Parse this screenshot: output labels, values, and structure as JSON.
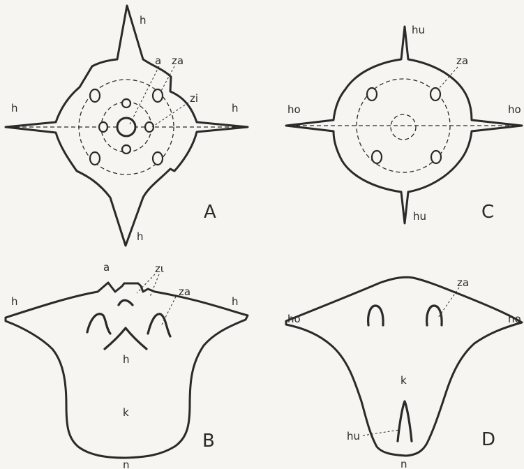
{
  "panels": {
    "A": {
      "letter": "A",
      "labels": {
        "h_top": "h",
        "h_left": "h",
        "h_right": "h",
        "h_bottom": "h",
        "a": "a",
        "za": "za",
        "zi": "zi"
      }
    },
    "B": {
      "letter": "B",
      "labels": {
        "a": "a",
        "zi": "zι",
        "za": "za",
        "h_left": "h",
        "h_right": "h",
        "h_center": "h",
        "k": "k",
        "n": "n"
      }
    },
    "C": {
      "letter": "C",
      "labels": {
        "hu_top": "hu",
        "za": "za",
        "ho_left": "ho",
        "ho_right": "ho",
        "hu_bottom": "hu"
      }
    },
    "D": {
      "letter": "D",
      "labels": {
        "za": "za",
        "ho_left": "ho",
        "ho_right": "ho",
        "k": "k",
        "hu": "hu",
        "n": "n"
      }
    }
  }
}
